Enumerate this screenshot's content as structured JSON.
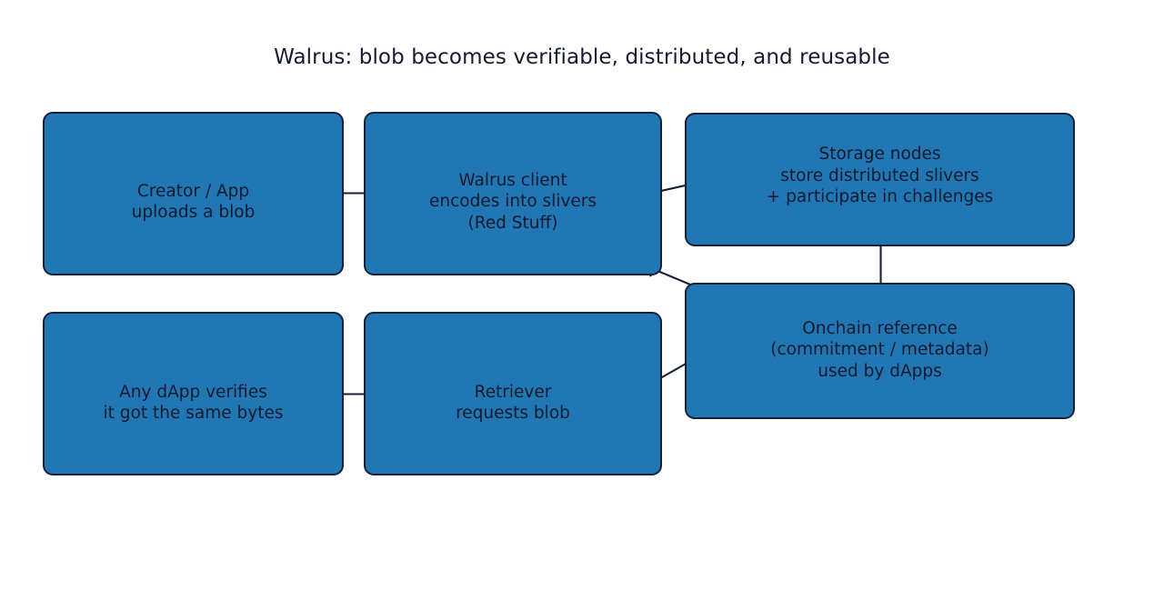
{
  "title": "Walrus: blob becomes verifiable, distributed, and reusable",
  "colors": {
    "node_fill": "#2077b4",
    "node_border": "#15203a",
    "text": "#121a2e",
    "edge": "#15203a",
    "background": "#ffffff"
  },
  "nodes": [
    {
      "id": "creator",
      "label": "Creator / App\nuploads a blob"
    },
    {
      "id": "client",
      "label": "Walrus client\nencodes into slivers\n(Red Stuff)"
    },
    {
      "id": "storage",
      "label": "Storage nodes\nstore distributed slivers\n+ participate in challenges"
    },
    {
      "id": "onchain",
      "label": "Onchain reference\n(commitment / metadata)\nused by dApps"
    },
    {
      "id": "retriever",
      "label": "Retriever\nrequests blob"
    },
    {
      "id": "verifier",
      "label": "Any dApp verifies\nit got the same bytes"
    }
  ],
  "edges": [
    {
      "id": "creator-to-client",
      "from": "creator",
      "to": "client",
      "direction": "right"
    },
    {
      "id": "client-to-storage",
      "from": "client",
      "to": "storage",
      "direction": "up-right"
    },
    {
      "id": "storage-to-onchain",
      "from": "storage",
      "to": "onchain",
      "direction": "down"
    },
    {
      "id": "onchain-to-client",
      "from": "onchain",
      "to": "client",
      "direction": "up-left"
    },
    {
      "id": "onchain-to-retriever",
      "from": "onchain",
      "to": "retriever",
      "direction": "down-left"
    },
    {
      "id": "retriever-to-verifier",
      "from": "retriever",
      "to": "verifier",
      "direction": "left"
    }
  ]
}
